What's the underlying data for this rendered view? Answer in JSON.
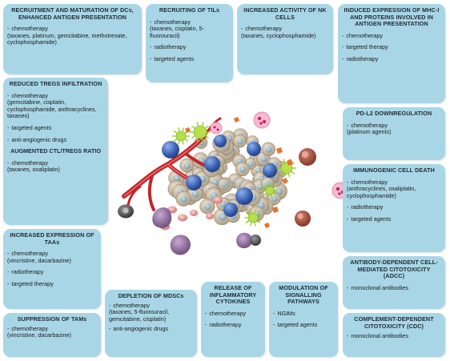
{
  "boxes": {
    "recruit_dcs": {
      "title": "RECRUITMENT AND MATURATION OF DCs, ENHANCED ANTIGEN PRESENTATION",
      "items": [
        {
          "head": "chemotherapy",
          "detail": "(taxanes, platinum, gemcitabine, methotrexate, cyclophosphamide)"
        }
      ]
    },
    "recruit_tils": {
      "title": "RECRUITING OF TILs",
      "items": [
        {
          "head": "chemotherapy",
          "detail": "(taxanes, cisplatin, 5-fluorouracil)"
        },
        {
          "head": "radiotherapy",
          "detail": ""
        },
        {
          "head": "targeted agents",
          "detail": ""
        }
      ]
    },
    "nk_cells": {
      "title": "INCREASED ACTIVITY OF NK CELLS",
      "items": [
        {
          "head": "chemotherapy",
          "detail": "(taxanes, cyclophosphamide)"
        }
      ]
    },
    "mhc": {
      "title": "INDUCED EXPRESSION OF MHC-I AND PROTEINS INVOLVED IN ANTIGEN PRESENTATION",
      "items": [
        {
          "head": "chemotherapy",
          "detail": ""
        },
        {
          "head": "targeted therapy",
          "detail": ""
        },
        {
          "head": "radiotherapy",
          "detail": ""
        }
      ]
    },
    "tregs": {
      "title": "REDUCED TREGS INFILTRATION",
      "items": [
        {
          "head": "chemotherapy",
          "detail": "(gemcitabine, cisplatin, cyclophosphamide, anthracyclines, taxanes)"
        },
        {
          "head": "targeted agents",
          "detail": ""
        },
        {
          "head": "anti-angiogenic drugs",
          "detail": ""
        }
      ],
      "subtitle": "AUGMENTED CTL/TREGS RATIO",
      "items2": [
        {
          "head": "chemotherapy",
          "detail": "(taxanes, oxaliplatin)"
        }
      ]
    },
    "pdl2": {
      "title": "PD-L2 DOWNREGULATION",
      "items": [
        {
          "head": "chemotherapy",
          "detail": "(platinum agents)"
        }
      ]
    },
    "icd": {
      "title": "IMMUNOGENIC CELL DEATH",
      "items": [
        {
          "head": "chemotherapy",
          "detail": "(anthracyclines, oxaliplatin, cyclophosphamide)"
        },
        {
          "head": "radiotherapy",
          "detail": ""
        },
        {
          "head": "targeted agents",
          "detail": ""
        }
      ]
    },
    "taas": {
      "title": "INCREASED EXPRESSION OF TAAs",
      "items": [
        {
          "head": "chemotherapy",
          "detail": "(vincristine, dacarbazine)"
        },
        {
          "head": "radiotherapy",
          "detail": ""
        },
        {
          "head": "targeted therapy",
          "detail": ""
        }
      ]
    },
    "adcc": {
      "title": "ANTIBODY-DEPENDENT CELL-MEDIATED CITOTOXICITY (ADCC)",
      "items": [
        {
          "head": "monoclonal antibodies",
          "detail": ""
        }
      ]
    },
    "mdscs": {
      "title": "DEPLETION OF MDSCs",
      "items": [
        {
          "head": "chemotherapy",
          "detail": "(taxanes, 5-fluorouracil, gemcitabine, cisplatin)"
        },
        {
          "head": "anti-angiogenic drugs",
          "detail": ""
        }
      ]
    },
    "cytokines": {
      "title": "RELEASE OF INFLAMMATORY CYTOKINES",
      "items": [
        {
          "head": "chemotherapy",
          "detail": ""
        },
        {
          "head": "radiotherapy",
          "detail": ""
        }
      ]
    },
    "signalling": {
      "title": "MODULATION OF SIGNALLING PATHWAYS",
      "items": [
        {
          "head": "NGIMs",
          "detail": ""
        },
        {
          "head": "targeted agents",
          "detail": ""
        }
      ]
    },
    "tams": {
      "title": "SUPPRESSION OF TAMs",
      "items": [
        {
          "head": "chemotherapy",
          "detail": "(vincristine, dacarbazine)"
        }
      ]
    },
    "cdc": {
      "title": "COMPLEMENT-DEPENDENT CITOTOXICITY (CDC)",
      "items": [
        {
          "head": "monoclonal antibodies",
          "detail": ""
        }
      ]
    }
  },
  "bullet_symbol": "-",
  "colors": {
    "box_fill": "#a9d6e6",
    "tumor_cell": "#c9b9a3",
    "tumor_nucleus": "#8fb3c3",
    "lymphocyte": "#3d63b5",
    "vessel": "#c0262b",
    "treg": "#b6e04a",
    "nk_cell": "#f3a3bf",
    "macrophage": "#8b6a9a",
    "dark_cell": "#4a4a4a",
    "cytokine": "#e5742a"
  }
}
